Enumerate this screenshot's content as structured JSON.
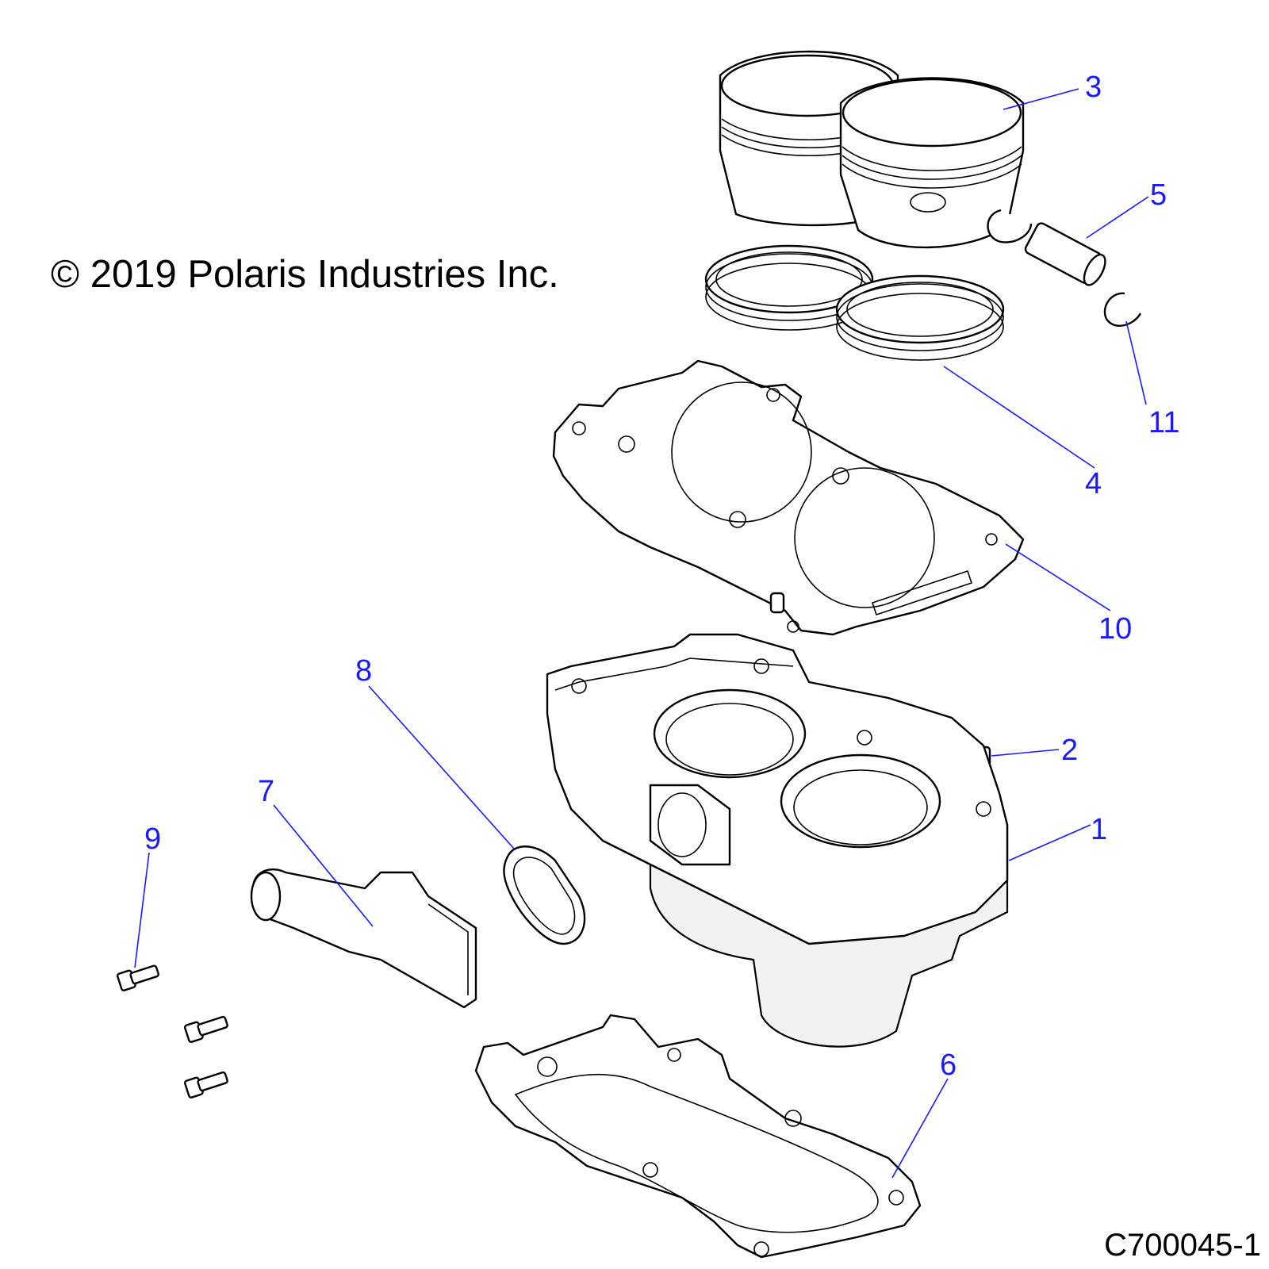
{
  "copyright": "© 2019 Polaris Industries Inc.",
  "document_id": "C700045-1",
  "callouts": {
    "c1": "1",
    "c2": "2",
    "c3": "3",
    "c4": "4",
    "c5": "5",
    "c6": "6",
    "c7": "7",
    "c8": "8",
    "c9": "9",
    "c10": "10",
    "c11": "11"
  },
  "colors": {
    "callout": "#1a1aff",
    "line": "#000000"
  }
}
